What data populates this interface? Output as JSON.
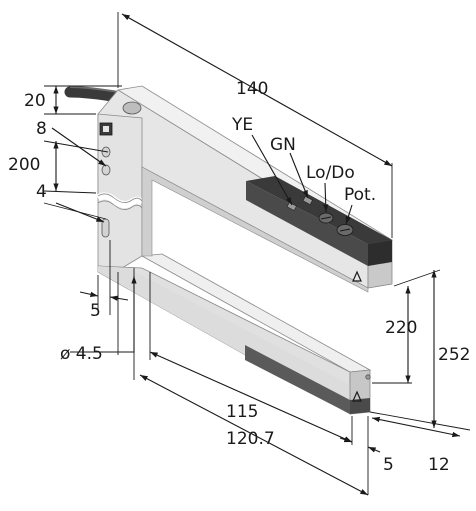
{
  "dimensions": {
    "overall_length": "140",
    "top_arm_height": "20",
    "led_spacing": "8",
    "gap_height": "200",
    "slot_top_offset": "4",
    "slot_width": "5",
    "mount_hole_diameter": "ø 4.5",
    "arm_depth_short": "115",
    "arm_depth_long": "120.7",
    "lower_offset": "5",
    "body_width": "12",
    "inner_height": "220",
    "total_height": "252"
  },
  "labels": {
    "yellow_led": "YE",
    "green_led": "GN",
    "mode_switch": "Lo/Do",
    "potentiometer": "Pot."
  },
  "colors": {
    "body_front": "#e6e6e6",
    "body_top": "#f1f1f1",
    "body_side": "#c9c9c9",
    "panel_dark": "#3a3a3a",
    "line": "#1a1a1a"
  }
}
